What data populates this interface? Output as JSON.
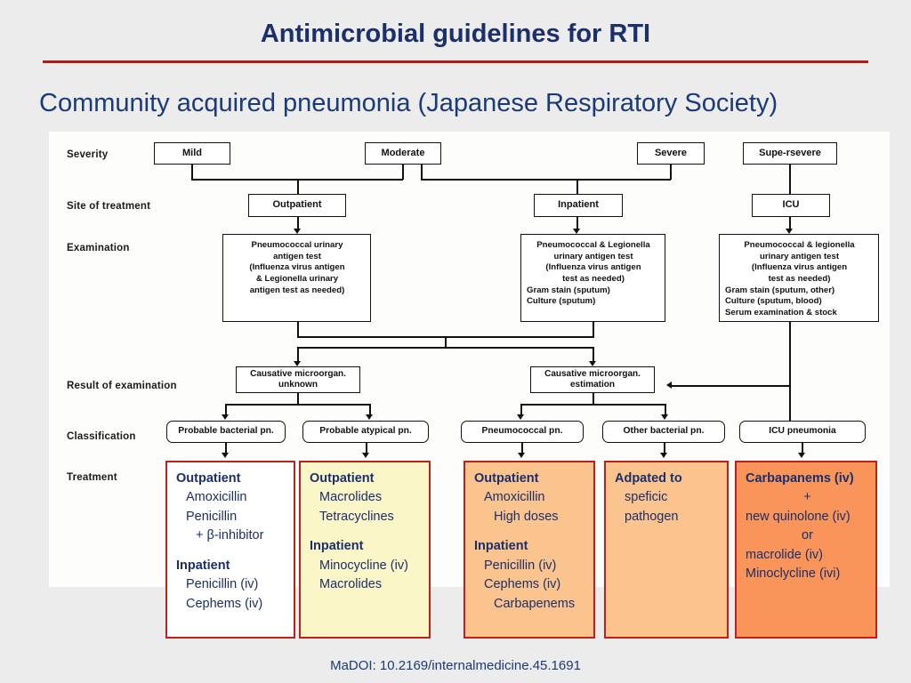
{
  "slide": {
    "title": "Antimicrobial guidelines for RTI",
    "subtitle": "Community acquired pneumonia (Japanese Respiratory Society)",
    "footer": "MaDOI: 10.2169/internalmedicine.45.1691",
    "accent_rule_color": "#b01c1c",
    "title_color": "#1b2f6b",
    "background_color": "#ececed"
  },
  "diagram": {
    "row_labels": [
      "Severity",
      "Site of treatment",
      "Examination",
      "Result of examination",
      "Classification",
      "Treatment"
    ],
    "severity": [
      "Mild",
      "Moderate",
      "Severe",
      "Supe-rsevere"
    ],
    "site_of_treatment": [
      "Outpatient",
      "Inpatient",
      "ICU"
    ],
    "examination": [
      {
        "centered_lines": [
          "Pneumococcal urinary",
          "antigen test",
          "(Influenza virus antigen",
          "& Legionella urinary",
          "antigen test as needed)"
        ],
        "left_lines": []
      },
      {
        "centered_lines": [
          "Pneumococcal & Legionella",
          "urinary antigen test",
          "(Influenza virus antigen",
          "test as needed)"
        ],
        "left_lines": [
          "Gram stain (sputum)",
          "Culture (sputum)"
        ]
      },
      {
        "centered_lines": [
          "Pneumococcal & legionella",
          "urinary antigen test",
          "(Influenza virus antigen",
          "test as needed)"
        ],
        "left_lines": [
          "Gram stain (sputum, other)",
          "Culture (sputum, blood)",
          "Serum examination & stock"
        ]
      }
    ],
    "result_of_examination": [
      {
        "line1": "Causative microorgan.",
        "line2": "unknown"
      },
      {
        "line1": "Causative microorgan.",
        "line2": "estimation"
      }
    ],
    "classification": [
      "Probable bacterial pn.",
      "Probable atypical pn.",
      "Pneumococcal pn.",
      "Other bacterial pn.",
      "ICU pneumonia"
    ],
    "treatment": [
      {
        "name": "probable-bacterial",
        "fill": "#ffffff",
        "border": "#c0201a",
        "lines": [
          {
            "text": "Outpatient",
            "style": "hd"
          },
          {
            "text": "Amoxicillin",
            "style": "it"
          },
          {
            "text": "Penicillin",
            "style": "it"
          },
          {
            "text": "+ β-inhibitor",
            "style": "it2"
          },
          {
            "text": "",
            "style": "gap"
          },
          {
            "text": "Inpatient",
            "style": "hd"
          },
          {
            "text": "Penicillin (iv)",
            "style": "it"
          },
          {
            "text": "Cephems (iv)",
            "style": "it"
          }
        ]
      },
      {
        "name": "probable-atypical",
        "fill": "#fbf6c8",
        "border": "#c0201a",
        "lines": [
          {
            "text": "Outpatient",
            "style": "hd"
          },
          {
            "text": "Macrolides",
            "style": "it"
          },
          {
            "text": "Tetracyclines",
            "style": "it"
          },
          {
            "text": "",
            "style": "gap"
          },
          {
            "text": "Inpatient",
            "style": "hd"
          },
          {
            "text": "Minocycline (iv)",
            "style": "it"
          },
          {
            "text": "Macrolides",
            "style": "it"
          }
        ]
      },
      {
        "name": "pneumococcal",
        "fill": "#fbc48e",
        "border": "#c0201a",
        "lines": [
          {
            "text": "Outpatient",
            "style": "hd"
          },
          {
            "text": "Amoxicillin",
            "style": "it"
          },
          {
            "text": "High doses",
            "style": "it2"
          },
          {
            "text": "",
            "style": "gap"
          },
          {
            "text": "Inpatient",
            "style": "hd"
          },
          {
            "text": "Penicillin (iv)",
            "style": "it"
          },
          {
            "text": "Cephems (iv)",
            "style": "it"
          },
          {
            "text": "Carbapenems",
            "style": "it2"
          }
        ]
      },
      {
        "name": "other-bacterial",
        "fill": "#fbc48e",
        "border": "#c0201a",
        "lines": [
          {
            "text": "Adpated to",
            "style": "hd"
          },
          {
            "text": "speficic",
            "style": "it"
          },
          {
            "text": "pathogen",
            "style": "it"
          }
        ]
      },
      {
        "name": "icu-pneumonia",
        "fill": "#f9945a",
        "border": "#c0201a",
        "lines": [
          {
            "text": "Carbapanems (iv)",
            "style": "hd"
          },
          {
            "text": "+",
            "style": "ctr"
          },
          {
            "text": "new quinolone (iv)",
            "style": "plain"
          },
          {
            "text": "or",
            "style": "ctr"
          },
          {
            "text": "macrolide (iv)",
            "style": "plain"
          },
          {
            "text": "Minoclycline (ivi)",
            "style": "plain"
          }
        ]
      }
    ]
  }
}
